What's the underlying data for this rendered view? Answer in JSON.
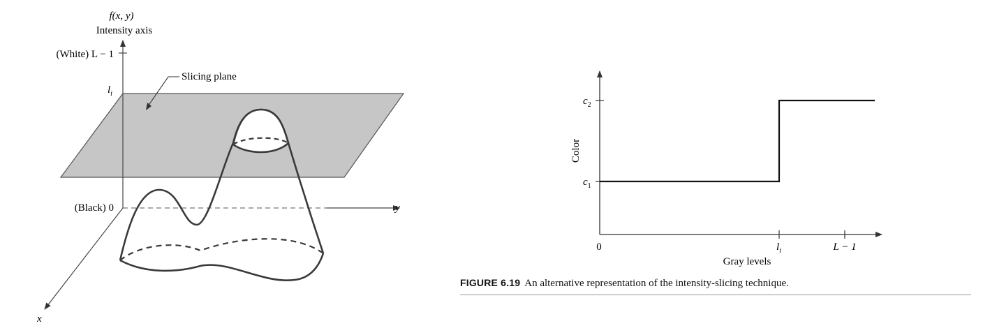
{
  "left_diagram": {
    "axis_func": "f(x, y)",
    "axis_title": "Intensity axis",
    "white_label": "(White) L − 1",
    "li_label": "l",
    "li_sub": "i",
    "slicing_plane_label": "Slicing plane",
    "black_label": "(Black) 0",
    "y_label": "y",
    "x_label": "x"
  },
  "right_chart": {
    "c2_label": "c",
    "c2_sub": "2",
    "c1_label": "c",
    "c1_sub": "1",
    "ylabel": "Color",
    "zero_label": "0",
    "li_label": "l",
    "li_sub": "i",
    "lmax_label": "L − 1",
    "xlabel": "Gray levels"
  },
  "chart_data": {
    "type": "line",
    "title": "",
    "xlabel": "Gray levels",
    "ylabel": "Color",
    "x_ticks": [
      "0",
      "l_i",
      "L − 1"
    ],
    "y_ticks": [
      "c1",
      "c2"
    ],
    "series": [
      {
        "x": [
          "0",
          "l_i",
          "l_i",
          "L − 1"
        ],
        "y": [
          "c1",
          "c1",
          "c2",
          "c2"
        ]
      }
    ]
  },
  "caption": {
    "figure_number": "FIGURE 6.19",
    "text": "An alternative representation of the intensity-slicing technique."
  }
}
